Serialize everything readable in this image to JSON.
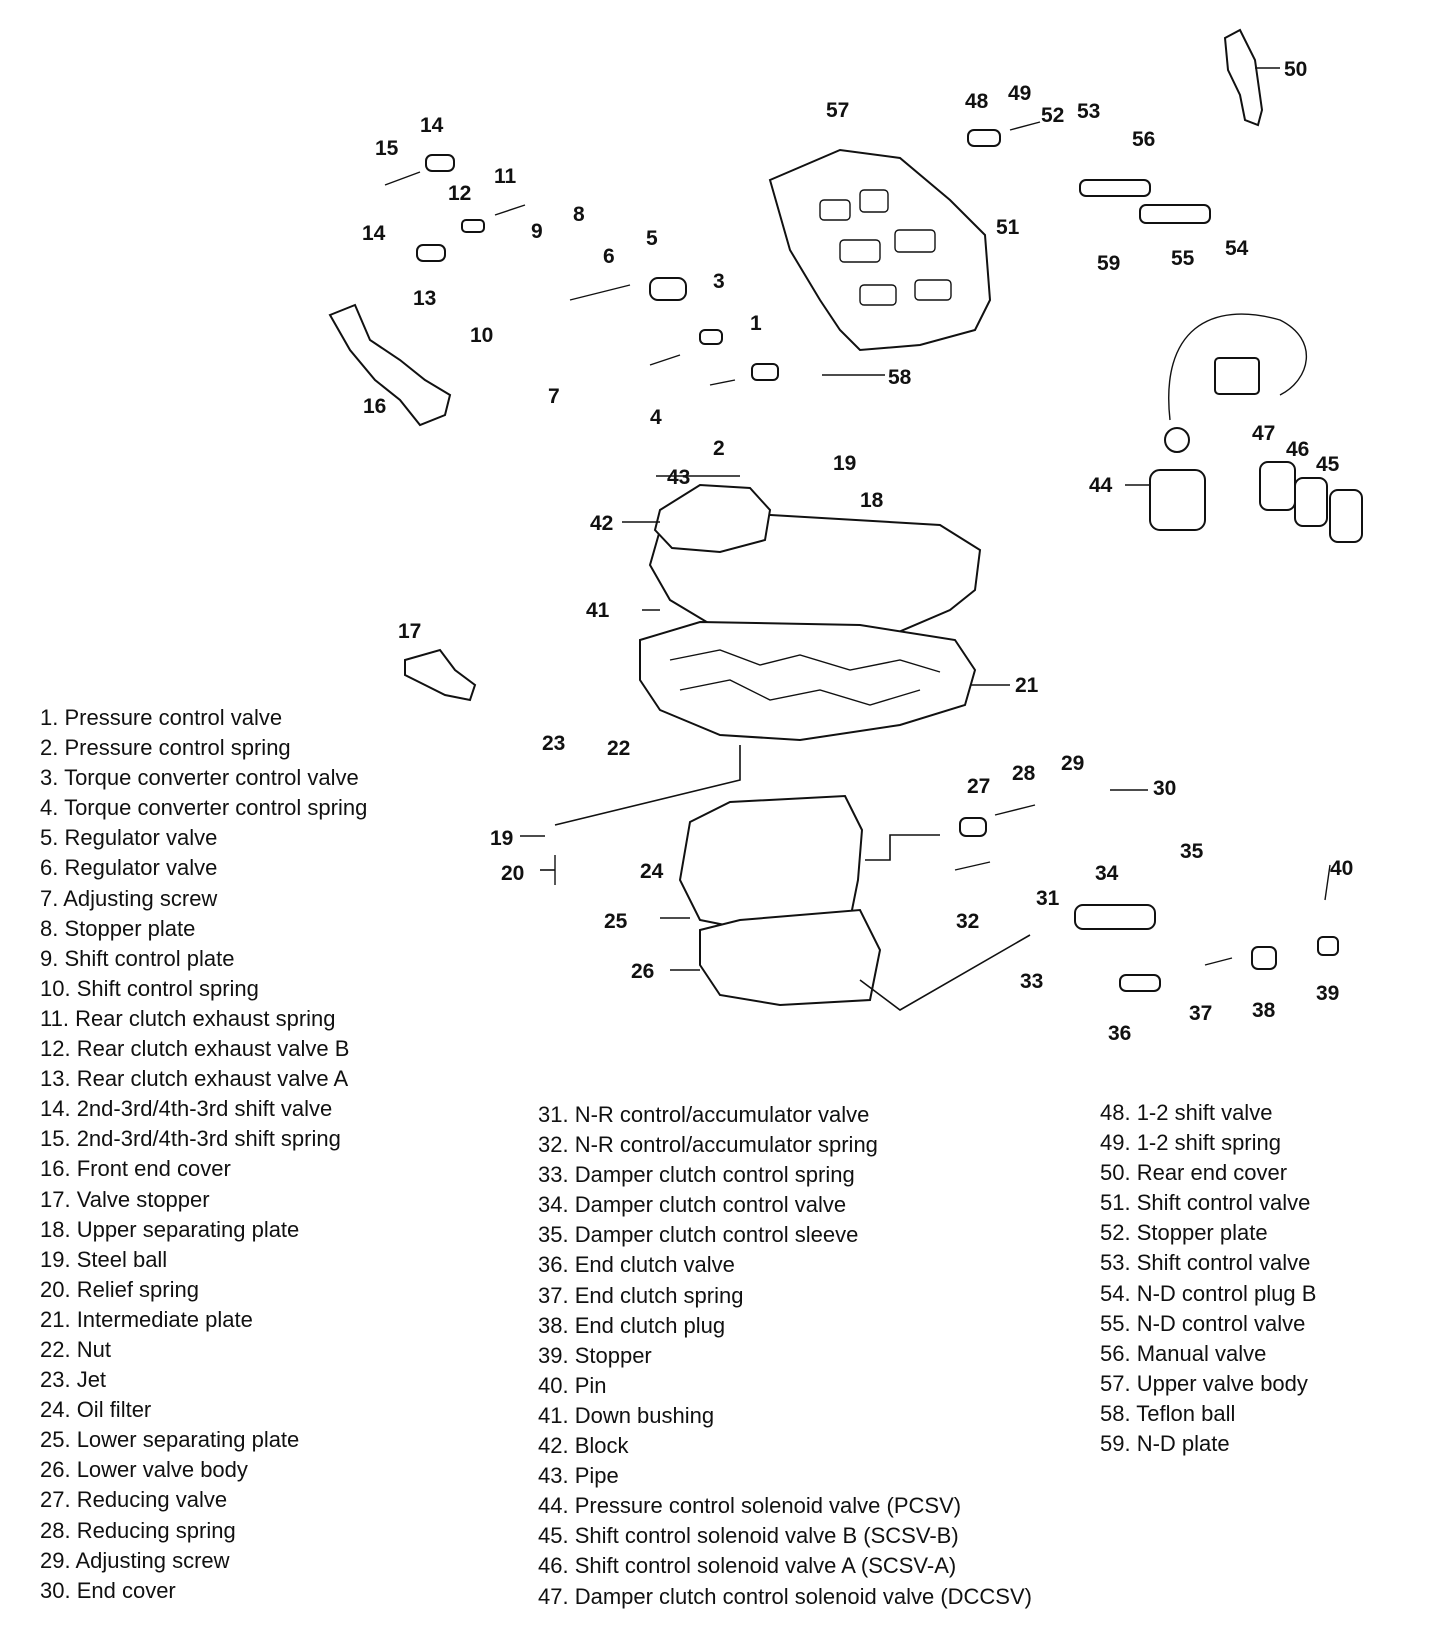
{
  "callouts": [
    "1",
    "2",
    "3",
    "4",
    "5",
    "6",
    "7",
    "8",
    "9",
    "10",
    "11",
    "12",
    "13",
    "14",
    "14",
    "15",
    "16",
    "17",
    "18",
    "19",
    "19",
    "20",
    "21",
    "22",
    "23",
    "24",
    "25",
    "26",
    "27",
    "28",
    "29",
    "30",
    "31",
    "32",
    "33",
    "34",
    "35",
    "36",
    "37",
    "38",
    "39",
    "40",
    "41",
    "42",
    "43",
    "44",
    "45",
    "46",
    "47",
    "48",
    "49",
    "50",
    "51",
    "52",
    "53",
    "54",
    "55",
    "56",
    "57",
    "58",
    "59"
  ],
  "legend": {
    "column1": [
      "1. Pressure control valve",
      "2. Pressure control spring",
      "3. Torque converter control valve",
      "4. Torque converter control spring",
      "5. Regulator valve",
      "6. Regulator valve",
      "7. Adjusting screw",
      "8. Stopper plate",
      "9. Shift control plate",
      "10. Shift control spring",
      "11. Rear clutch exhaust spring",
      "12. Rear clutch exhaust valve B",
      "13. Rear clutch exhaust valve A",
      "14. 2nd-3rd/4th-3rd shift valve",
      "15. 2nd-3rd/4th-3rd shift spring",
      "16. Front end cover",
      "17. Valve stopper",
      "18. Upper separating plate",
      "19. Steel ball",
      "20. Relief spring",
      "21. Intermediate plate",
      "22. Nut",
      "23. Jet",
      "24. Oil filter",
      "25. Lower separating plate",
      "26. Lower valve body",
      "27. Reducing valve",
      "28. Reducing spring",
      "29. Adjusting screw",
      "30. End cover"
    ],
    "column2": [
      "31. N-R control/accumulator valve",
      "32. N-R control/accumulator spring",
      "33. Damper clutch control spring",
      "34. Damper clutch control valve",
      "35. Damper clutch control sleeve",
      "36. End clutch valve",
      "37. End clutch spring",
      "38. End clutch plug",
      "39. Stopper",
      "40. Pin",
      "41. Down bushing",
      "42. Block",
      "43. Pipe",
      "44. Pressure control solenoid valve (PCSV)",
      "45. Shift control solenoid valve B (SCSV-B)",
      "46. Shift control solenoid valve A (SCSV-A)",
      "47. Damper clutch control solenoid valve (DCCSV)"
    ],
    "column3": [
      "48. 1-2 shift valve",
      "49. 1-2 shift spring",
      "50. Rear end cover",
      "51. Shift control valve",
      "52. Stopper plate",
      "53. Shift control valve",
      "54. N-D control plug B",
      "55. N-D control valve",
      "56. Manual valve",
      "57. Upper valve body",
      "58. Teflon ball",
      "59. N-D plate"
    ]
  }
}
